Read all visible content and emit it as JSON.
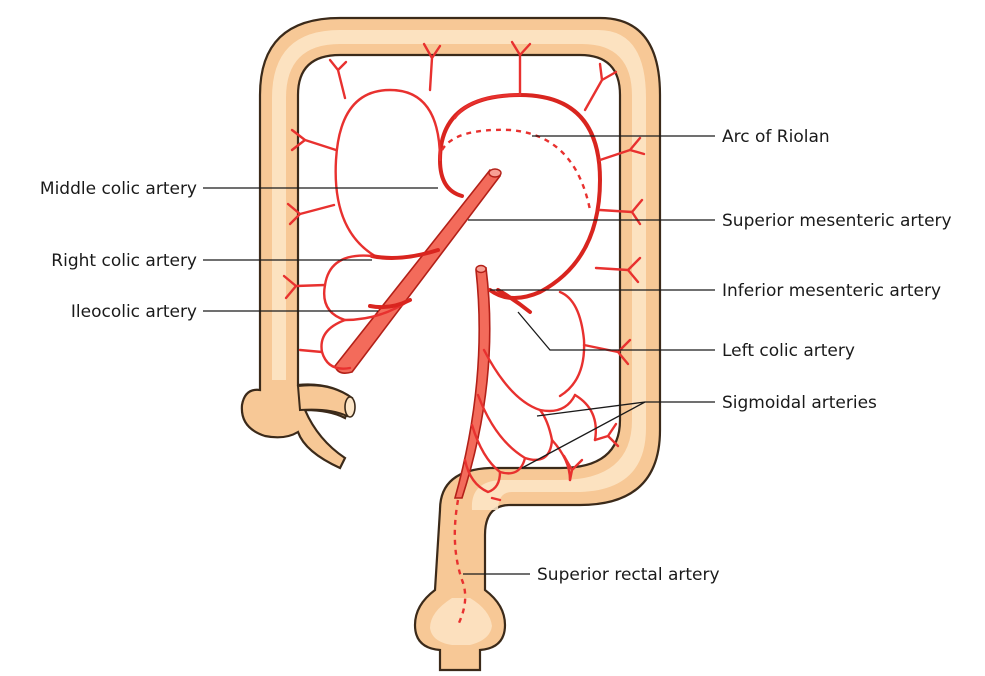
{
  "labels": {
    "arc_of_riolan": "Arc of Riolan",
    "middle_colic": "Middle colic artery",
    "superior_mesenteric": "Superior mesenteric artery",
    "right_colic": "Right colic artery",
    "inferior_mesenteric": "Inferior mesenteric artery",
    "ileocolic": "Ileocolic artery",
    "left_colic": "Left colic artery",
    "sigmoidal": "Sigmoidal arteries",
    "superior_rectal": "Superior rectal artery"
  },
  "colors": {
    "colon_fill": "#f7c896",
    "colon_highlight": "#fde6c8",
    "artery": "#e8312f",
    "vessel_trunk": "#f36b5b",
    "leader_line": "#1a1a1a"
  }
}
